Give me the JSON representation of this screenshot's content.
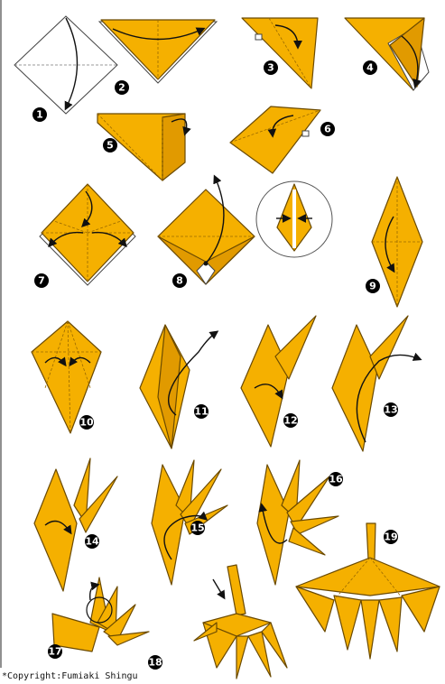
{
  "copyright": "*Copyright:Fumiaki Shingu",
  "steps": [
    "1",
    "2",
    "3",
    "4",
    "5",
    "6",
    "7",
    "8",
    "9",
    "10",
    "11",
    "12",
    "13",
    "14",
    "15",
    "16",
    "17",
    "18",
    "19"
  ],
  "colors": {
    "paper": "#f5b000",
    "outline": "#6b4a00",
    "background": "#ffffff"
  }
}
